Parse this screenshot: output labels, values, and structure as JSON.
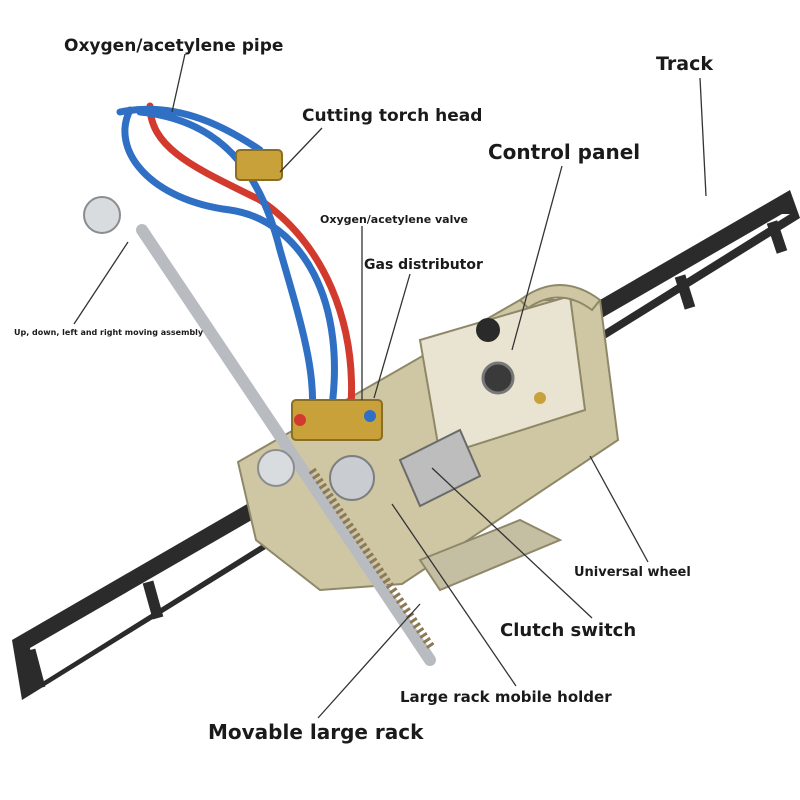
{
  "labels": {
    "pipe": "Oxygen/acetylene pipe",
    "track": "Track",
    "torch": "Cutting torch head",
    "panel": "Control panel",
    "valve": "Oxygen/acetylene valve",
    "distributor": "Gas distributor",
    "assembly": "Up, down, left and right moving assembly",
    "wheel": "Universal wheel",
    "clutch": "Clutch switch",
    "holder": "Large rack mobile holder",
    "rack": "Movable large rack"
  },
  "colors": {
    "track": "#2b2b2b",
    "body": "#cfc7a4",
    "panel": "#e9e4d2",
    "hose_blue": "#2f6fc4",
    "hose_red": "#d23a2e",
    "brass": "#c9a13b",
    "steel": "#b8bcc0"
  }
}
